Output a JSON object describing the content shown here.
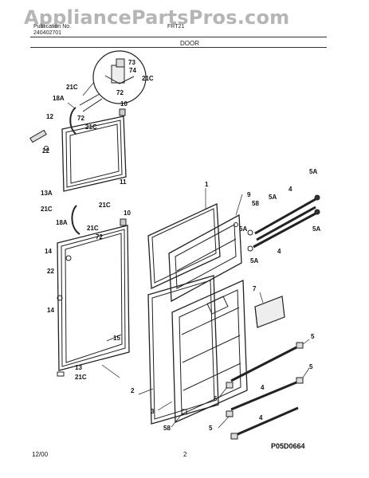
{
  "watermark": "AppliancePartsPros.com",
  "header": {
    "left_line_1": "Publication No.",
    "left_line_2": "240402701",
    "right_line_1": "FRT21",
    "section_title": "DOOR"
  },
  "part_callouts": {
    "c73": "73",
    "c74": "74",
    "c21C_a": "21C",
    "c72_a": "72",
    "c21C_b": "21C",
    "c18A_a": "18A",
    "c72_b": "72",
    "c10_a": "10",
    "c12": "12",
    "c21C_c": "21C",
    "c22_a": "22",
    "c11": "11",
    "c13A": "13A",
    "c21C_d": "21C",
    "c18A_b": "18A",
    "c21C_e": "21C",
    "c10_b": "10",
    "c21C_f": "21C",
    "c72_c": "72",
    "c14_a": "14",
    "c22_b": "22",
    "c14_b": "14",
    "c15": "15",
    "c13": "13",
    "c21C_g": "21C",
    "c1": "1",
    "c9": "9",
    "c58_a": "58",
    "c5A_a": "5A",
    "c4_a": "4",
    "c5A_b": "5A",
    "c5A_c": "5A",
    "c5A_d": "5A",
    "c4_b": "4",
    "c7": "7",
    "c5_a": "5",
    "c5_b": "5",
    "c4_c": "4",
    "c2": "2",
    "c3": "3",
    "c5_c": "5",
    "c4_d": "4",
    "c5_d": "5",
    "c58_b": "58"
  },
  "footer": {
    "date": "12/00",
    "page_number": "2",
    "diagram_code": "P05D0664"
  }
}
